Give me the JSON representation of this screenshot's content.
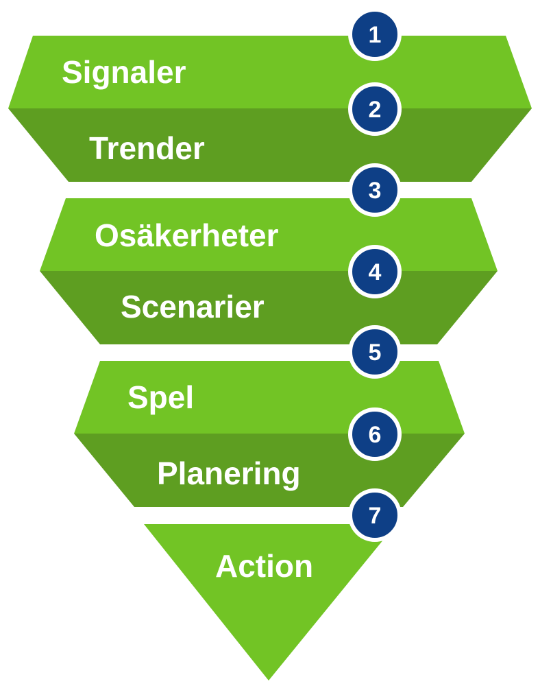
{
  "colors": {
    "light_green": "#72C425",
    "dark_green": "#5E9E21",
    "badge_fill": "#0E3F86",
    "badge_ring": "#ffffff",
    "label_text": "#ffffff"
  },
  "steps": [
    {
      "number": "1",
      "label": "Signaler"
    },
    {
      "number": "2",
      "label": "Trender"
    },
    {
      "number": "3",
      "label": "Osäkerheter"
    },
    {
      "number": "4",
      "label": "Scenarier"
    },
    {
      "number": "5",
      "label": "Spel"
    },
    {
      "number": "6",
      "label": "Planering"
    },
    {
      "number": "7",
      "label": "Action"
    }
  ]
}
